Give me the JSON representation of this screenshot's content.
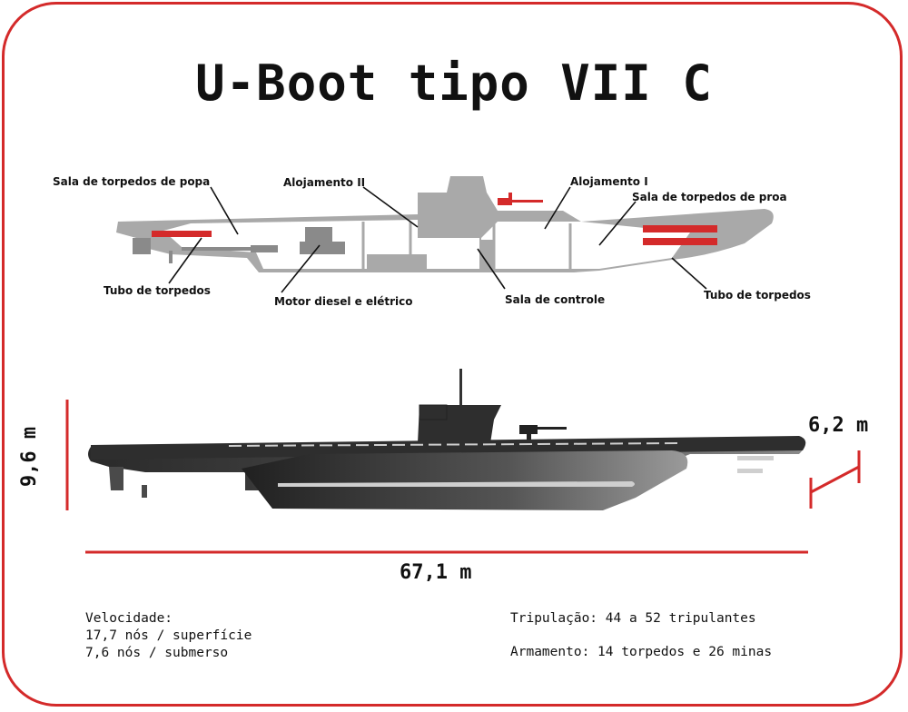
{
  "title": "U-Boot tipo VII C",
  "labels": {
    "aft_torpedo_room": "Sala de torpedos de popa",
    "quarters_2": "Alojamento II",
    "quarters_1": "Alojamento I",
    "bow_torpedo_room": "Sala de torpedos de proa",
    "aft_torpedo_tube": "Tubo de torpedos",
    "engine": "Motor diesel e elétrico",
    "control_room": "Sala de controle",
    "bow_torpedo_tube": "Tubo de torpedos"
  },
  "dimensions": {
    "height": "9,6 m",
    "beam": "6,2 m",
    "length": "67,1 m"
  },
  "specs": {
    "speed_label": "Velocidade:",
    "speed_surface": "17,7 nós / superfície",
    "speed_submerged": "7,6 nós / submerso",
    "crew": "Tripulação: 44 a 52 tripulantes",
    "armament": "Armamento: 14 torpedos e 26 minas"
  },
  "colors": {
    "accent_red": "#d42a2a",
    "hull_gray": "#a9a9a9",
    "hull_dark": "#3a3a3a"
  }
}
